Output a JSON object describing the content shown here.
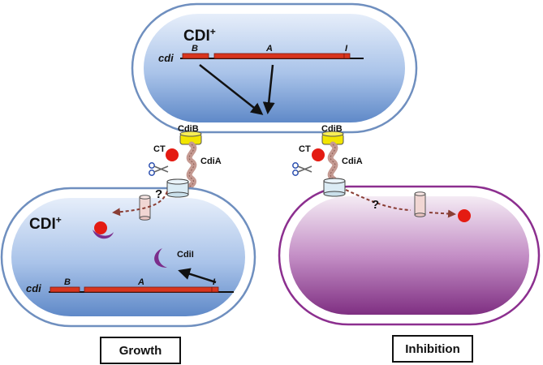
{
  "top_cell": {
    "title": "CDI",
    "title_sup": "+",
    "locus": "cdi",
    "genes": {
      "b": "B",
      "a": "A",
      "i": "I"
    }
  },
  "left_cell": {
    "title": "CDI",
    "title_sup": "+",
    "locus": "cdi",
    "genes": {
      "b": "B",
      "a": "A",
      "i": "I"
    },
    "immunity": "CdiI"
  },
  "left_complex": {
    "cdib": "CdiB",
    "ct": "CT",
    "cdia": "CdiA",
    "question": "?"
  },
  "right_complex": {
    "cdib": "CdiB",
    "ct": "CT",
    "cdia": "CdiA",
    "question": "?"
  },
  "outcomes": {
    "growth": "Growth",
    "inhibition": "Inhibition"
  },
  "colors": {
    "cell_blue_top": "#dfe9f7",
    "cell_blue_bottom": "#6a93cf",
    "cell_outline": "#6f8fbf",
    "cell_purple_top": "#f1e4f1",
    "cell_purple_bottom": "#8a3a8c",
    "cell_purple_outline": "#8c2f8f",
    "gene_red": "#d8351e",
    "toxin_red": "#e41b12",
    "immunity_purple": "#7b2d8b",
    "cdib_yellow": "#f2e500",
    "arrow_dashed": "#8a3e34"
  }
}
